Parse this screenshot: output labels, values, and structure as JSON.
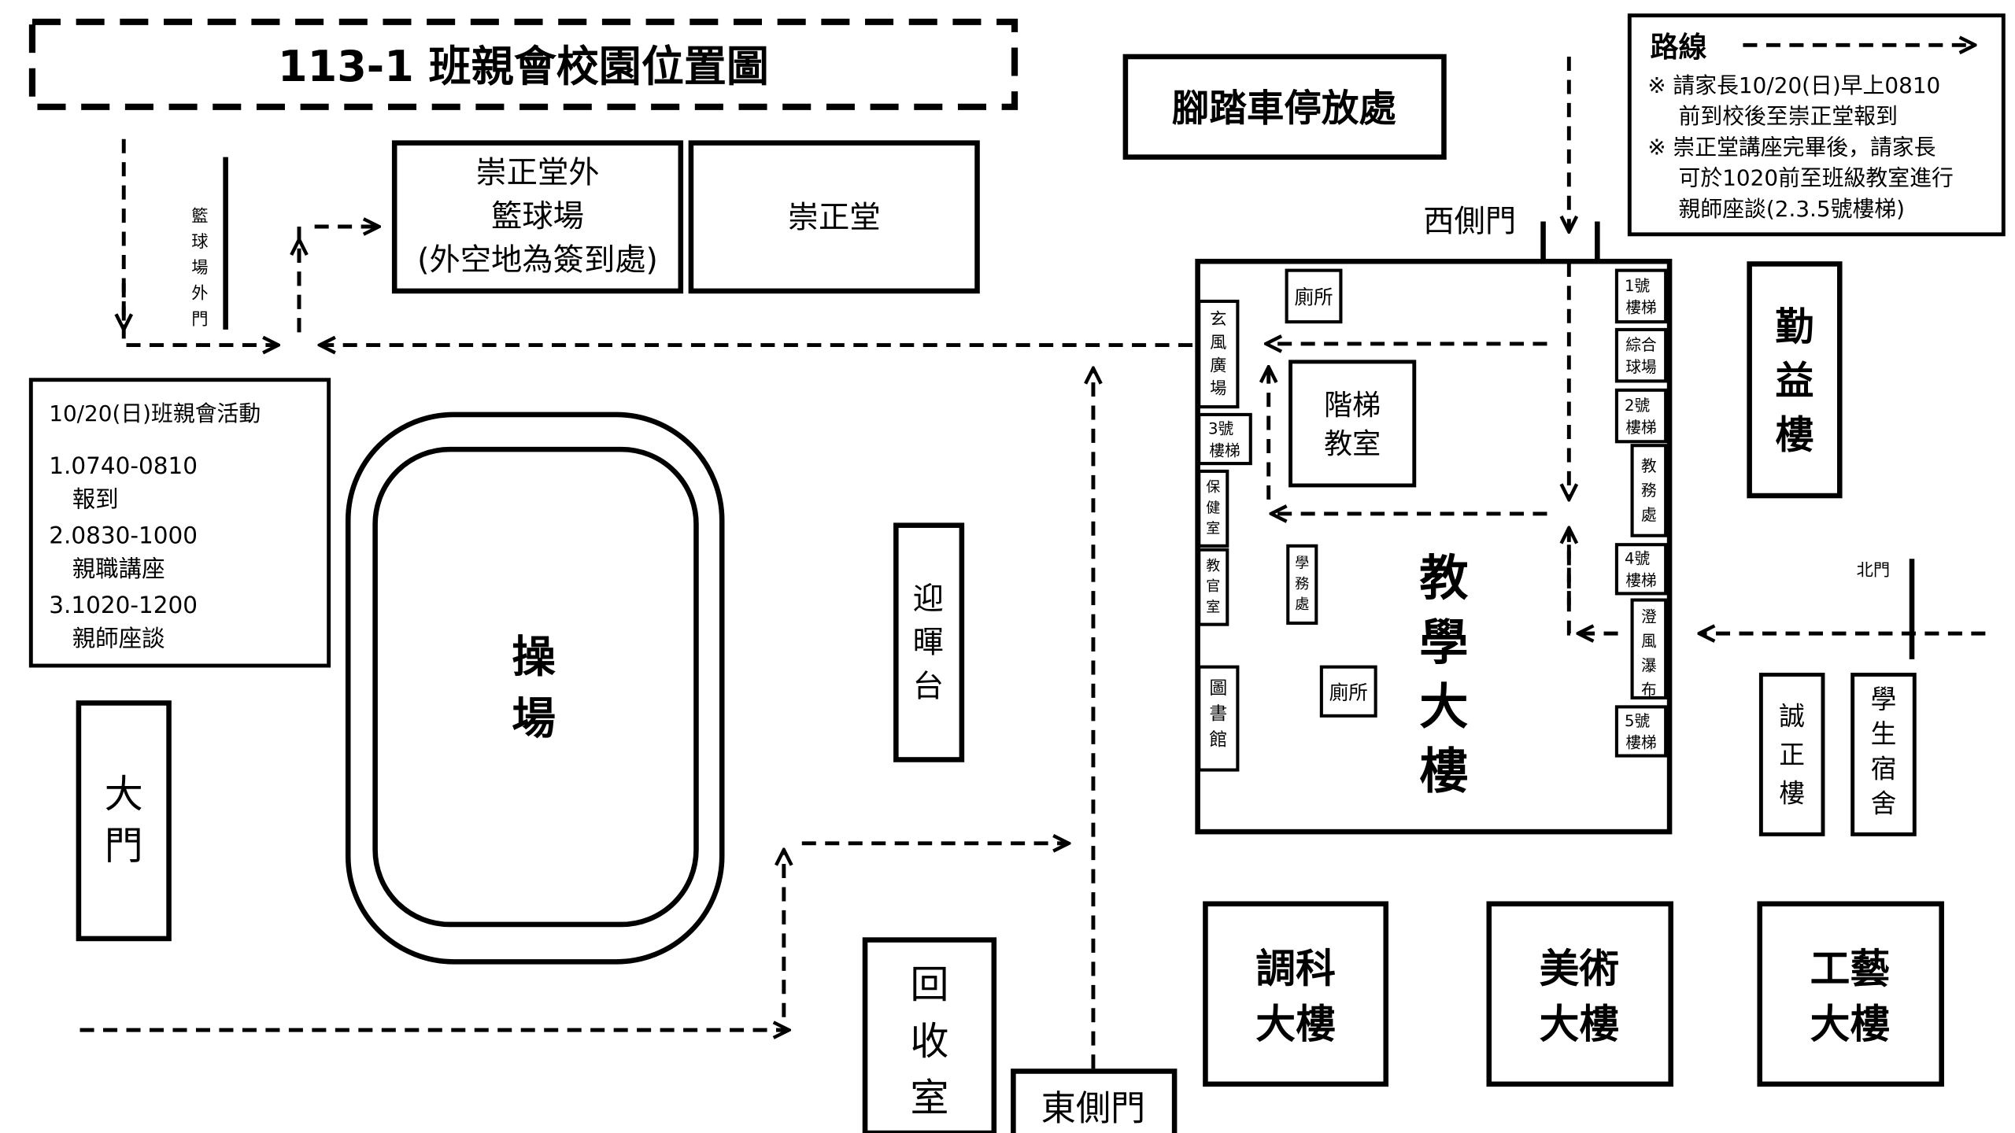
{
  "title": "113-1 班親會校園位置圖",
  "legend": {
    "route_label": "路線",
    "notes": [
      [
        "※ 請家長10/20(日)早上0810",
        "前到校後至崇正堂報到"
      ],
      [
        "※ 崇正堂講座完畢後，請家長",
        "可於1020前至班級教室進行",
        "親師座談(2.3.5號樓梯)"
      ]
    ]
  },
  "schedule": {
    "title": "10/20(日)班親會活動",
    "items": [
      [
        "1.0740-0810",
        "報到"
      ],
      [
        "2.0830-1000",
        "親職講座"
      ],
      [
        "3.1020-1200",
        "親師座談"
      ]
    ]
  },
  "places": {
    "basketball_outer": [
      "崇正堂外",
      "籃球場",
      "(外空地為簽到處)"
    ],
    "chongzheng": "崇正堂",
    "bike_parking": "腳踏車停放處",
    "west_gate": "西側門",
    "basketball_gate": "籃球場外門",
    "main_gate": "大門",
    "playground": "操場",
    "stage": "迎暉台",
    "recycle": "回收室",
    "east_gate": "東側門",
    "north_gate": "北門",
    "qinyi": "勤益樓",
    "chengzheng": "誠正樓",
    "dorm": "學生宿舍",
    "tiaoke": [
      "調科",
      "大樓"
    ],
    "meishu": [
      "美術",
      "大樓"
    ],
    "gongyi": [
      "工藝",
      "大樓"
    ],
    "main_building": "教學大樓",
    "lecture_room": [
      "階梯",
      "教室"
    ],
    "toilet": "廁所",
    "lobby": "玄風廣場",
    "stair3": [
      "3號",
      "樓梯"
    ],
    "health": "保健室",
    "military": "教官室",
    "library": "圖書館",
    "student_affairs": "學務處",
    "stair1": [
      "1號",
      "樓梯"
    ],
    "sports_field": [
      "綜合",
      "球場"
    ],
    "stair2": [
      "2號",
      "樓梯"
    ],
    "academic": "教務處",
    "stair4": [
      "4號",
      "樓梯"
    ],
    "waterfall": "澄風瀑布",
    "stair5": [
      "5號",
      "樓梯"
    ]
  }
}
